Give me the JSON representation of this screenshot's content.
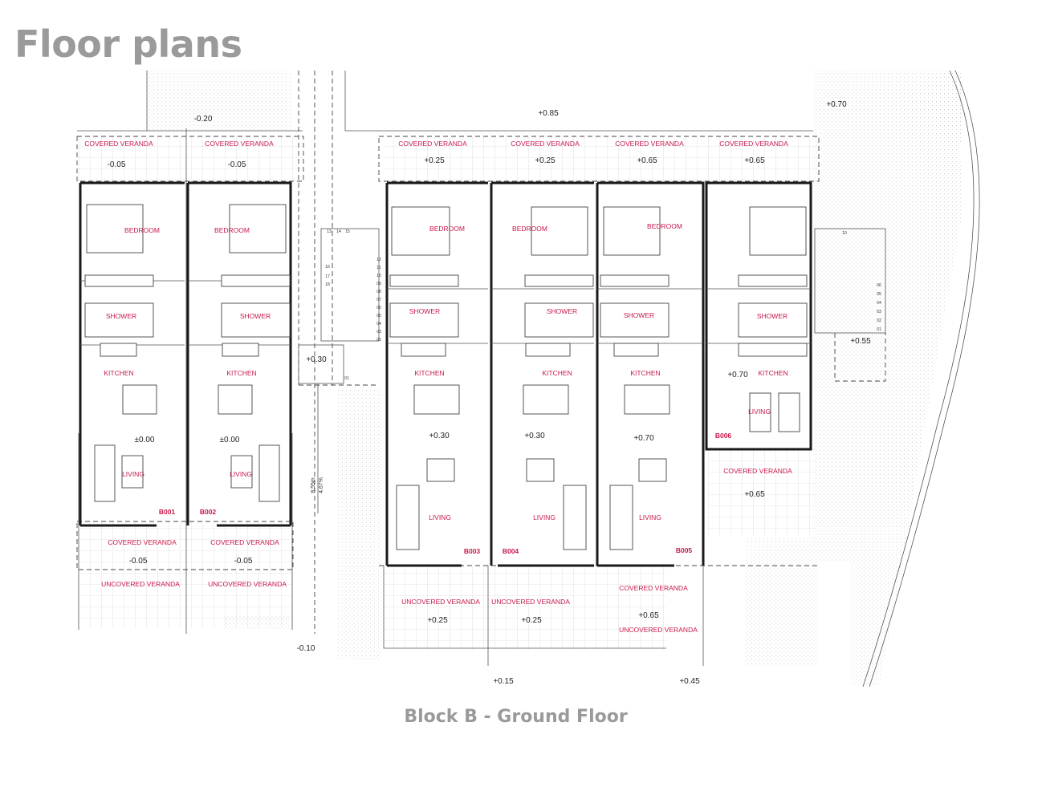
{
  "title": "Floor plans",
  "caption": "Block B - Ground Floor",
  "colors": {
    "heading": "#9a9a9a",
    "room_label": "#c8184a",
    "walls": "#1a1a1a"
  },
  "units": [
    {
      "id": "B001",
      "front_veranda": "COVERED VERANDA",
      "front_level": "-0.05",
      "bedroom": "BEDROOM",
      "shower": "SHOWER",
      "kitchen": "KITCHEN",
      "living": "LIVING",
      "floor_level": "±0.00",
      "rear_veranda": "COVERED VERANDA",
      "rear_level": "-0.05",
      "outer_veranda": "UNCOVERED VERANDA"
    },
    {
      "id": "B002",
      "front_veranda": "COVERED VERANDA",
      "front_level": "-0.05",
      "bedroom": "BEDROOM",
      "shower": "SHOWER",
      "kitchen": "KITCHEN",
      "living": "LIVING",
      "floor_level": "±0.00",
      "rear_veranda": "COVERED VERANDA",
      "rear_level": "-0.05",
      "outer_veranda": "UNCOVERED VERANDA"
    },
    {
      "id": "B003",
      "front_veranda": "COVERED VERANDA",
      "front_level": "+0.25",
      "bedroom": "BEDROOM",
      "shower": "SHOWER",
      "kitchen": "KITCHEN",
      "living": "LIVING",
      "floor_level": "+0.30",
      "outer_veranda": "UNCOVERED VERANDA",
      "outer_level": "+0.25"
    },
    {
      "id": "B004",
      "front_veranda": "COVERED VERANDA",
      "front_level": "+0.25",
      "bedroom": "BEDROOM",
      "shower": "SHOWER",
      "kitchen": "KITCHEN",
      "living": "LIVING",
      "floor_level": "+0.30",
      "outer_veranda": "UNCOVERED VERANDA",
      "outer_level": "+0.25"
    },
    {
      "id": "B005",
      "front_veranda": "COVERED VERANDA",
      "front_level": "+0.65",
      "bedroom": "BEDROOM",
      "shower": "SHOWER",
      "kitchen": "KITCHEN",
      "living": "LIVING",
      "floor_level": "+0.70",
      "rear_veranda": "COVERED VERANDA",
      "rear_level": "+0.65",
      "outer_veranda": "UNCOVERED VERANDA"
    },
    {
      "id": "B006",
      "front_veranda": "COVERED VERANDA",
      "front_level": "+0.65",
      "shower": "SHOWER",
      "kitchen": "KITCHEN",
      "living": "LIVING",
      "floor_level": "+0.70",
      "side_veranda": "COVERED VERANDA",
      "side_level": "+0.65"
    }
  ],
  "site_levels": {
    "north_left": "-0.20",
    "north_center": "+0.85",
    "north_right": "+0.70",
    "stair_landing": "+0.30",
    "east_stair": "+0.55",
    "south_left": "-0.10",
    "south_center": "+0.15",
    "south_right": "+0.45"
  },
  "ramp": {
    "length": "8.55m",
    "slope": "4.67%"
  },
  "stairs": {
    "west_right_col": [
      "12",
      "11",
      "10",
      "09",
      "08",
      "07",
      "06",
      "05",
      "04",
      "03",
      "02"
    ],
    "west_left_col": [
      "16",
      "17",
      "18"
    ],
    "west_top_row": [
      "13",
      "14",
      "15"
    ],
    "west_bottom": "01",
    "east": [
      "06",
      "05",
      "04",
      "03",
      "02",
      "01"
    ],
    "east_top": "10"
  }
}
